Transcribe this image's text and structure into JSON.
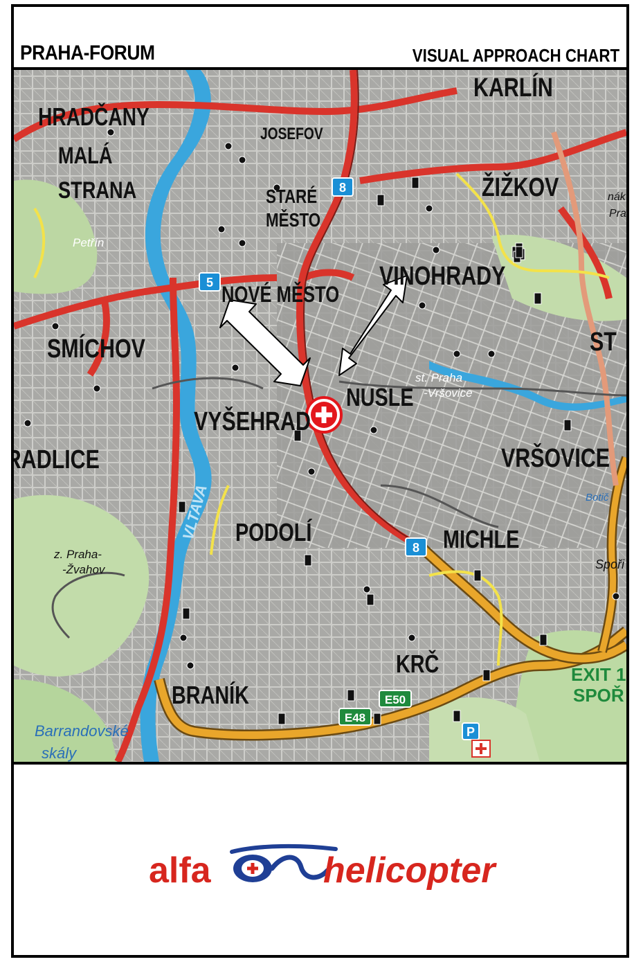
{
  "header": {
    "title": "PRAHA-FORUM",
    "chart_type": "VISUAL APPROACH CHART"
  },
  "map": {
    "districts": [
      "HRADČANY",
      "MALÁ",
      "STRANA",
      "JOSEFOV",
      "STARÉ",
      "MĚSTO",
      "KARLÍN",
      "ŽIŽKOV",
      "VINOHRADY",
      "NOVÉ MĚSTO",
      "SMÍCHOV",
      "NUSLE",
      "VYŠEHRAD",
      "RADLICE",
      "VRŠOVICE",
      "PODOLÍ",
      "MICHLE",
      "KRČ",
      "BRANÍK",
      "ST"
    ],
    "small_labels": [
      "Petřín",
      "st. Praha",
      "-Vršovice",
      "z. Praha-",
      "-Žvahov",
      "Barrandovské",
      "skály",
      "nák",
      "Pra",
      "Spoři",
      "Botič"
    ],
    "river": "VLTAVA",
    "road_shields": [
      "8",
      "5",
      "8",
      "E50",
      "E48"
    ],
    "exit_labels": [
      "EXIT 1",
      "SPOŘ"
    ],
    "colors": {
      "river": "#3aa6dd",
      "main_road": "#d9342b",
      "motorway": "#e9a62b",
      "city": "#a7a7a4",
      "park": "#bdd8a5",
      "shield_blue": "#1a8fd6",
      "shield_green": "#1f8a3c",
      "helipad": "#e3171c"
    }
  },
  "footer": {
    "logo_left": "alfa",
    "logo_right": "helicopter",
    "logo_color": "#d7261e",
    "logo_accent": "#1f3f95"
  }
}
